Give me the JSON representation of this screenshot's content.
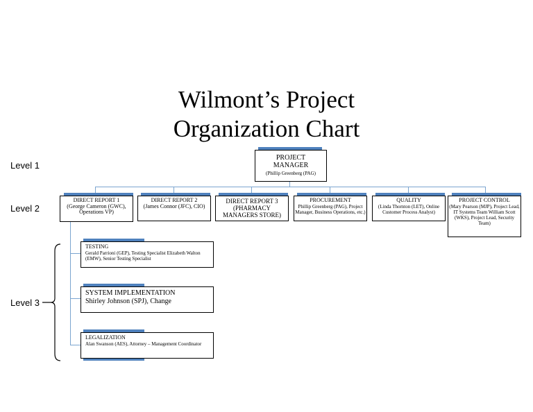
{
  "title": {
    "line1": "Wilmont’s Project",
    "line2": "Organization Chart"
  },
  "levels": {
    "l1": "Level 1",
    "l2": "Level 2",
    "l3": "Level 3"
  },
  "accent": "#4f81bd",
  "nodes": {
    "pm": {
      "t1": "PROJECT",
      "t2": "MANAGER",
      "sub": "(Phillip Greenberg (PAG)"
    },
    "dr1": {
      "title": "DIRECT REPORT 1",
      "sub": "(George Cameron (GWC), Operations VP)"
    },
    "dr2": {
      "title": "DIRECT REPORT 2",
      "sub": "(James Connor (JFC), CIO)"
    },
    "dr3": {
      "title": "DIRECT REPORT 3",
      "sub": "(PHARMACY MANAGERS STORE)"
    },
    "proc": {
      "title": "PROCUREMENT",
      "sub": "Phillip Greenberg (PAG), Project Manager, Business Operations, etc.)"
    },
    "qual": {
      "title": "QUALITY",
      "sub": "(Linda Thornton (LET), Online Customer Process Analyst)"
    },
    "pc": {
      "title": "PROJECT CONTROL",
      "sub": "(Mary Pearson (MJP), Project Lead, IT Systems Team William Scott (WKS), Project Lead, Security Team)"
    },
    "test": {
      "title": "TESTING",
      "sub": "Gerald Parrioni (GEP), Testing Specialist Elizabeth Walton (EMW), Senior Testing Specialist"
    },
    "sys": {
      "title": "SYSTEM IMPLEMENTATION",
      "sub": "Shirley Johnson (SPJ), Change"
    },
    "legal": {
      "title": "LEGALIZATION",
      "sub": "Alan Swanson (AES), Attorney – Management Coordinator"
    }
  }
}
